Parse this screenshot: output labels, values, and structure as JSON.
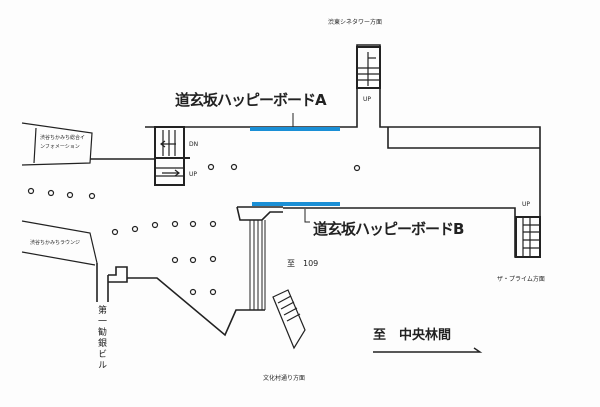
{
  "labels": {
    "cinetower": "渋東シネタワー方面",
    "board_a": "道玄坂ハッピーボードA",
    "board_b": "道玄坂ハッピーボードB",
    "info": "渋谷ちかみち総合インフォメーション",
    "lounge": "渋谷ちかみちラウンジ",
    "dai_ichi": "第一勧銀ビル",
    "to_109": "至　109",
    "bunkamura": "文化村通り方面",
    "prime": "ザ・プライム方面",
    "to_chuo_rinkan": "至　中央林間",
    "dn": "DN",
    "up_left": "UP",
    "up_top": "UP",
    "up_right": "UP"
  },
  "colors": {
    "board": "#1a8fd6",
    "line": "#222222"
  }
}
